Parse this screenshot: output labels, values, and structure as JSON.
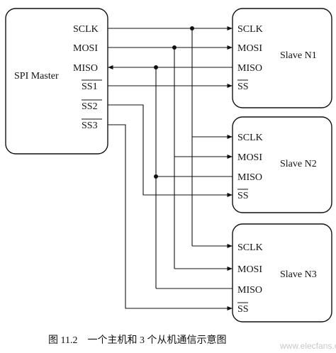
{
  "master": {
    "title": "SPI Master",
    "pins": [
      "SCLK",
      "MOSI",
      "MISO",
      "SS1",
      "SS2",
      "SS3"
    ]
  },
  "slaves": [
    {
      "name": "Slave N1",
      "pins": [
        "SCLK",
        "MOSI",
        "MISO",
        "SS"
      ]
    },
    {
      "name": "Slave N2",
      "pins": [
        "SCLK",
        "MOSI",
        "MISO",
        "SS"
      ]
    },
    {
      "name": "Slave N3",
      "pins": [
        "SCLK",
        "MOSI",
        "MISO",
        "SS"
      ]
    }
  ],
  "caption": "图 11.2　一个主机和 3 个从机通信示意图",
  "watermark": "www.elecfans.com"
}
